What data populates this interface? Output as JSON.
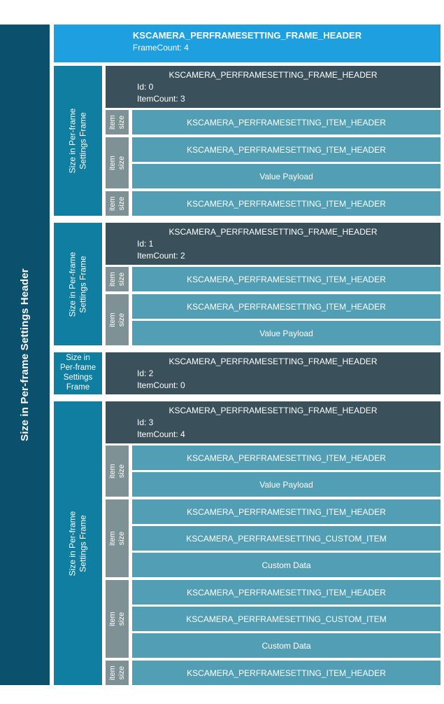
{
  "palette": {
    "page_bg": "#ffffff",
    "header_blue": "#1E9FDF",
    "sidebar_navy": "#0B506D",
    "frame_teal": "#0F7EA0",
    "frame_header_slate": "#3A515C",
    "item_size_gray": "#7E9194",
    "row_teal": "#529EB4",
    "text": "#ffffff"
  },
  "sidebar": {
    "label": "Size in Per-frame Settings Header"
  },
  "top_header": {
    "title": "KSCAMERA_PERFRAMESETTING_FRAME_HEADER",
    "detail": "FrameCount: 4"
  },
  "item_size_label_lines": [
    "item",
    "size"
  ],
  "frames": [
    {
      "header_title": "KSCAMERA_PERFRAMESETTING_FRAME_HEADER",
      "details": [
        "Id: 0",
        "ItemCount: 3"
      ],
      "label_lines": [
        "Size in Per-frame",
        "Settings Frame"
      ],
      "label_horizontal": false,
      "items": [
        {
          "rows": [
            "KSCAMERA_PERFRAMESETTING_ITEM_HEADER"
          ]
        },
        {
          "rows": [
            "KSCAMERA_PERFRAMESETTING_ITEM_HEADER",
            "Value Payload"
          ]
        },
        {
          "rows": [
            "KSCAMERA_PERFRAMESETTING_ITEM_HEADER"
          ]
        }
      ]
    },
    {
      "header_title": "KSCAMERA_PERFRAMESETTING_FRAME_HEADER",
      "details": [
        "Id: 1",
        "ItemCount: 2"
      ],
      "label_lines": [
        "Size in Per-frame",
        "Settings Frame"
      ],
      "label_horizontal": false,
      "items": [
        {
          "rows": [
            "KSCAMERA_PERFRAMESETTING_ITEM_HEADER"
          ]
        },
        {
          "rows": [
            "KSCAMERA_PERFRAMESETTING_ITEM_HEADER",
            "Value Payload"
          ]
        }
      ]
    },
    {
      "header_title": "KSCAMERA_PERFRAMESETTING_FRAME_HEADER",
      "details": [
        "Id: 2",
        "ItemCount: 0"
      ],
      "label_lines": [
        "Size in",
        "Per-frame",
        "Settings",
        "Frame"
      ],
      "label_horizontal": true,
      "items": []
    },
    {
      "header_title": "KSCAMERA_PERFRAMESETTING_FRAME_HEADER",
      "details": [
        "Id: 3",
        "ItemCount: 4"
      ],
      "label_lines": [
        "Size in Per-frame",
        "Settings Frame"
      ],
      "label_horizontal": false,
      "items": [
        {
          "rows": [
            "KSCAMERA_PERFRAMESETTING_ITEM_HEADER",
            "Value Payload"
          ]
        },
        {
          "rows": [
            "KSCAMERA_PERFRAMESETTING_ITEM_HEADER",
            "KSCAMERA_PERFRAMESETTING_CUSTOM_ITEM",
            "Custom Data"
          ]
        },
        {
          "rows": [
            "KSCAMERA_PERFRAMESETTING_ITEM_HEADER",
            "KSCAMERA_PERFRAMESETTING_CUSTOM_ITEM",
            "Custom Data"
          ]
        },
        {
          "rows": [
            "KSCAMERA_PERFRAMESETTING_ITEM_HEADER"
          ]
        }
      ]
    }
  ]
}
